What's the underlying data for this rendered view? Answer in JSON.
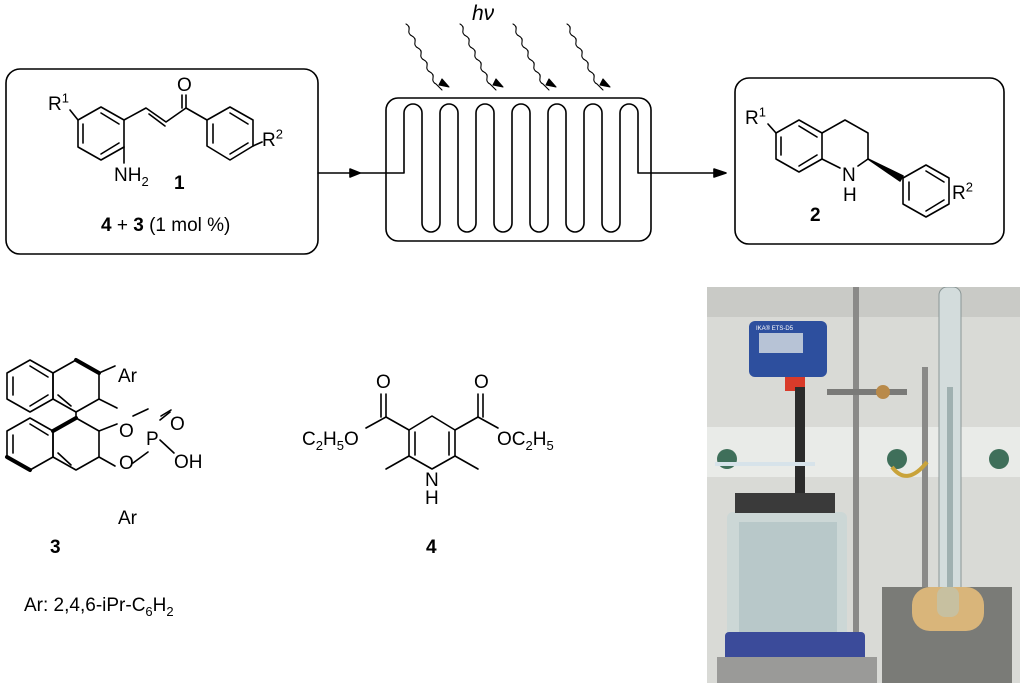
{
  "reaction": {
    "light_label": "hν",
    "conditions_cat_a": "4",
    "conditions_plus": " + ",
    "conditions_cat_b": "3",
    "conditions_loading": " (1 mol %)"
  },
  "substrate": {
    "r1_base": "R",
    "r1_sup": "1",
    "r2_base": "R",
    "r2_sup": "2",
    "carbonyl_o": "O",
    "amine_base": "NH",
    "amine_sub": "2",
    "compound_number": "1"
  },
  "product": {
    "r1_base": "R",
    "r1_sup": "1",
    "r2_base": "R",
    "r2_sup": "2",
    "nh_n": "N",
    "nh_h": "H",
    "compound_number": "2"
  },
  "catalyst": {
    "ar_top": "Ar",
    "ar_bottom": "Ar",
    "o_upper": "O",
    "o_lower": "O",
    "p_atom": "P",
    "p_oxo": "O",
    "p_oh": "OH",
    "compound_number": "3",
    "ar_definition_a": "Ar: 2,4,6-iPr-C",
    "ar_definition_sub6": "6",
    "ar_definition_h": "H",
    "ar_definition_sub2": "2"
  },
  "hantzsch": {
    "ester_o_left": "O",
    "ester_o_right": "O",
    "left_group_c": "C",
    "left_group_sub2": "2",
    "left_group_h": "H",
    "left_group_sub5": "5",
    "left_group_o": "O",
    "right_group_o": "OC",
    "right_group_sub2": "2",
    "right_group_h": "H",
    "right_group_sub5": "5",
    "nh_n": "N",
    "nh_h": "H",
    "compound_number": "4"
  },
  "photo": {
    "device_label": "IKA® ETS-D5",
    "colors": {
      "device": "#2d4f9e",
      "cork": "#d9b57a",
      "clamp": "#d93b2a",
      "bg": "#dfe0dc"
    }
  }
}
